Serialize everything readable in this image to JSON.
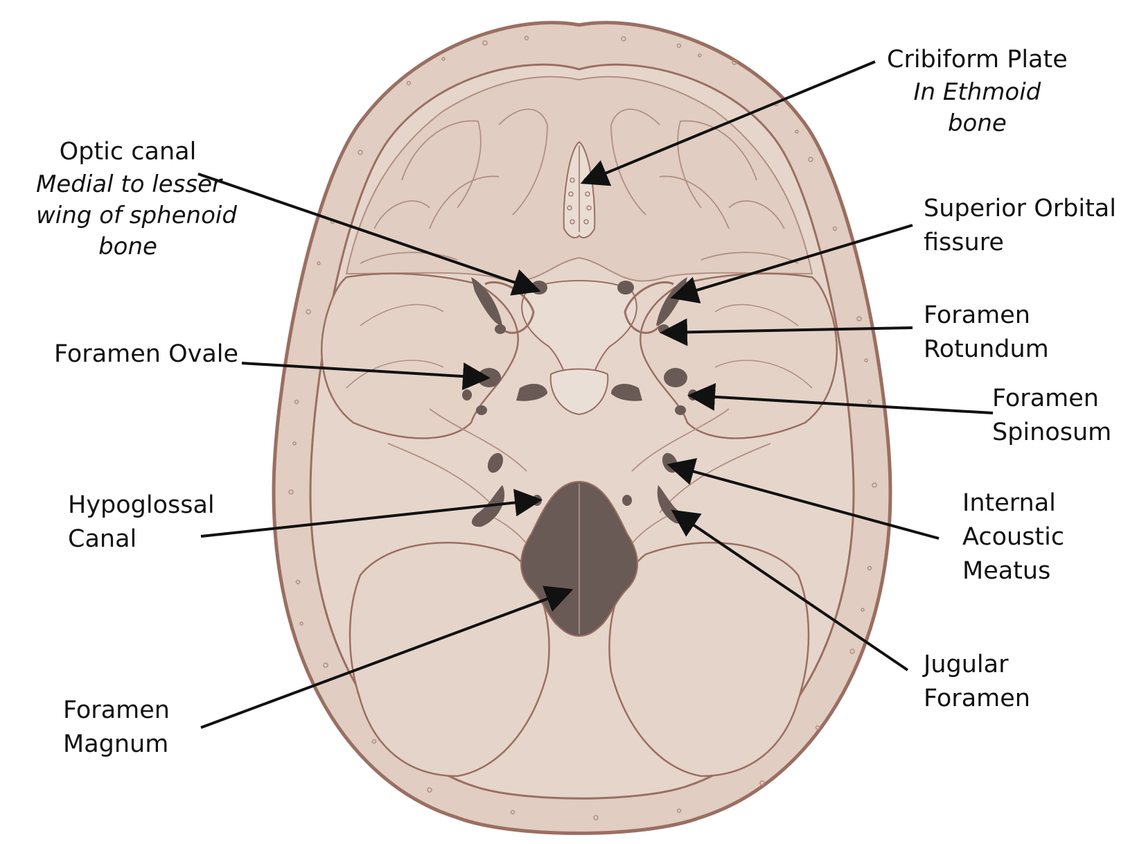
{
  "colors": {
    "skull_fill": "#e1cdc1",
    "bone_outline": "#9a6f62",
    "fine_line": "#b28f83",
    "foramen_dark": "#6a5a55",
    "pointer": "#111111",
    "text": "#111111"
  },
  "labels": {
    "cribriform": {
      "title": "Cribiform Plate",
      "note_1": "In Ethmoid",
      "note_2": "bone"
    },
    "optic": {
      "title": "Optic canal",
      "note_1": "Medial to lesser",
      "note_2": "wing of sphenoid",
      "note_3": "bone"
    },
    "superior_orbital": {
      "line_1": "Superior Orbital",
      "line_2": "fissure"
    },
    "rotundum": {
      "line_1": "Foramen",
      "line_2": "Rotundum"
    },
    "ovale": {
      "line_1": "Foramen Ovale"
    },
    "spinosum": {
      "line_1": "Foramen",
      "line_2": "Spinosum"
    },
    "hypoglossal": {
      "line_1": "Hypoglossal",
      "line_2": "Canal"
    },
    "acoustic": {
      "line_1": "Internal",
      "line_2": "Acoustic",
      "line_3": "Meatus"
    },
    "jugular": {
      "line_1": "Jugular",
      "line_2": "Foramen"
    },
    "magnum": {
      "line_1": "Foramen",
      "line_2": "Magnum"
    }
  }
}
